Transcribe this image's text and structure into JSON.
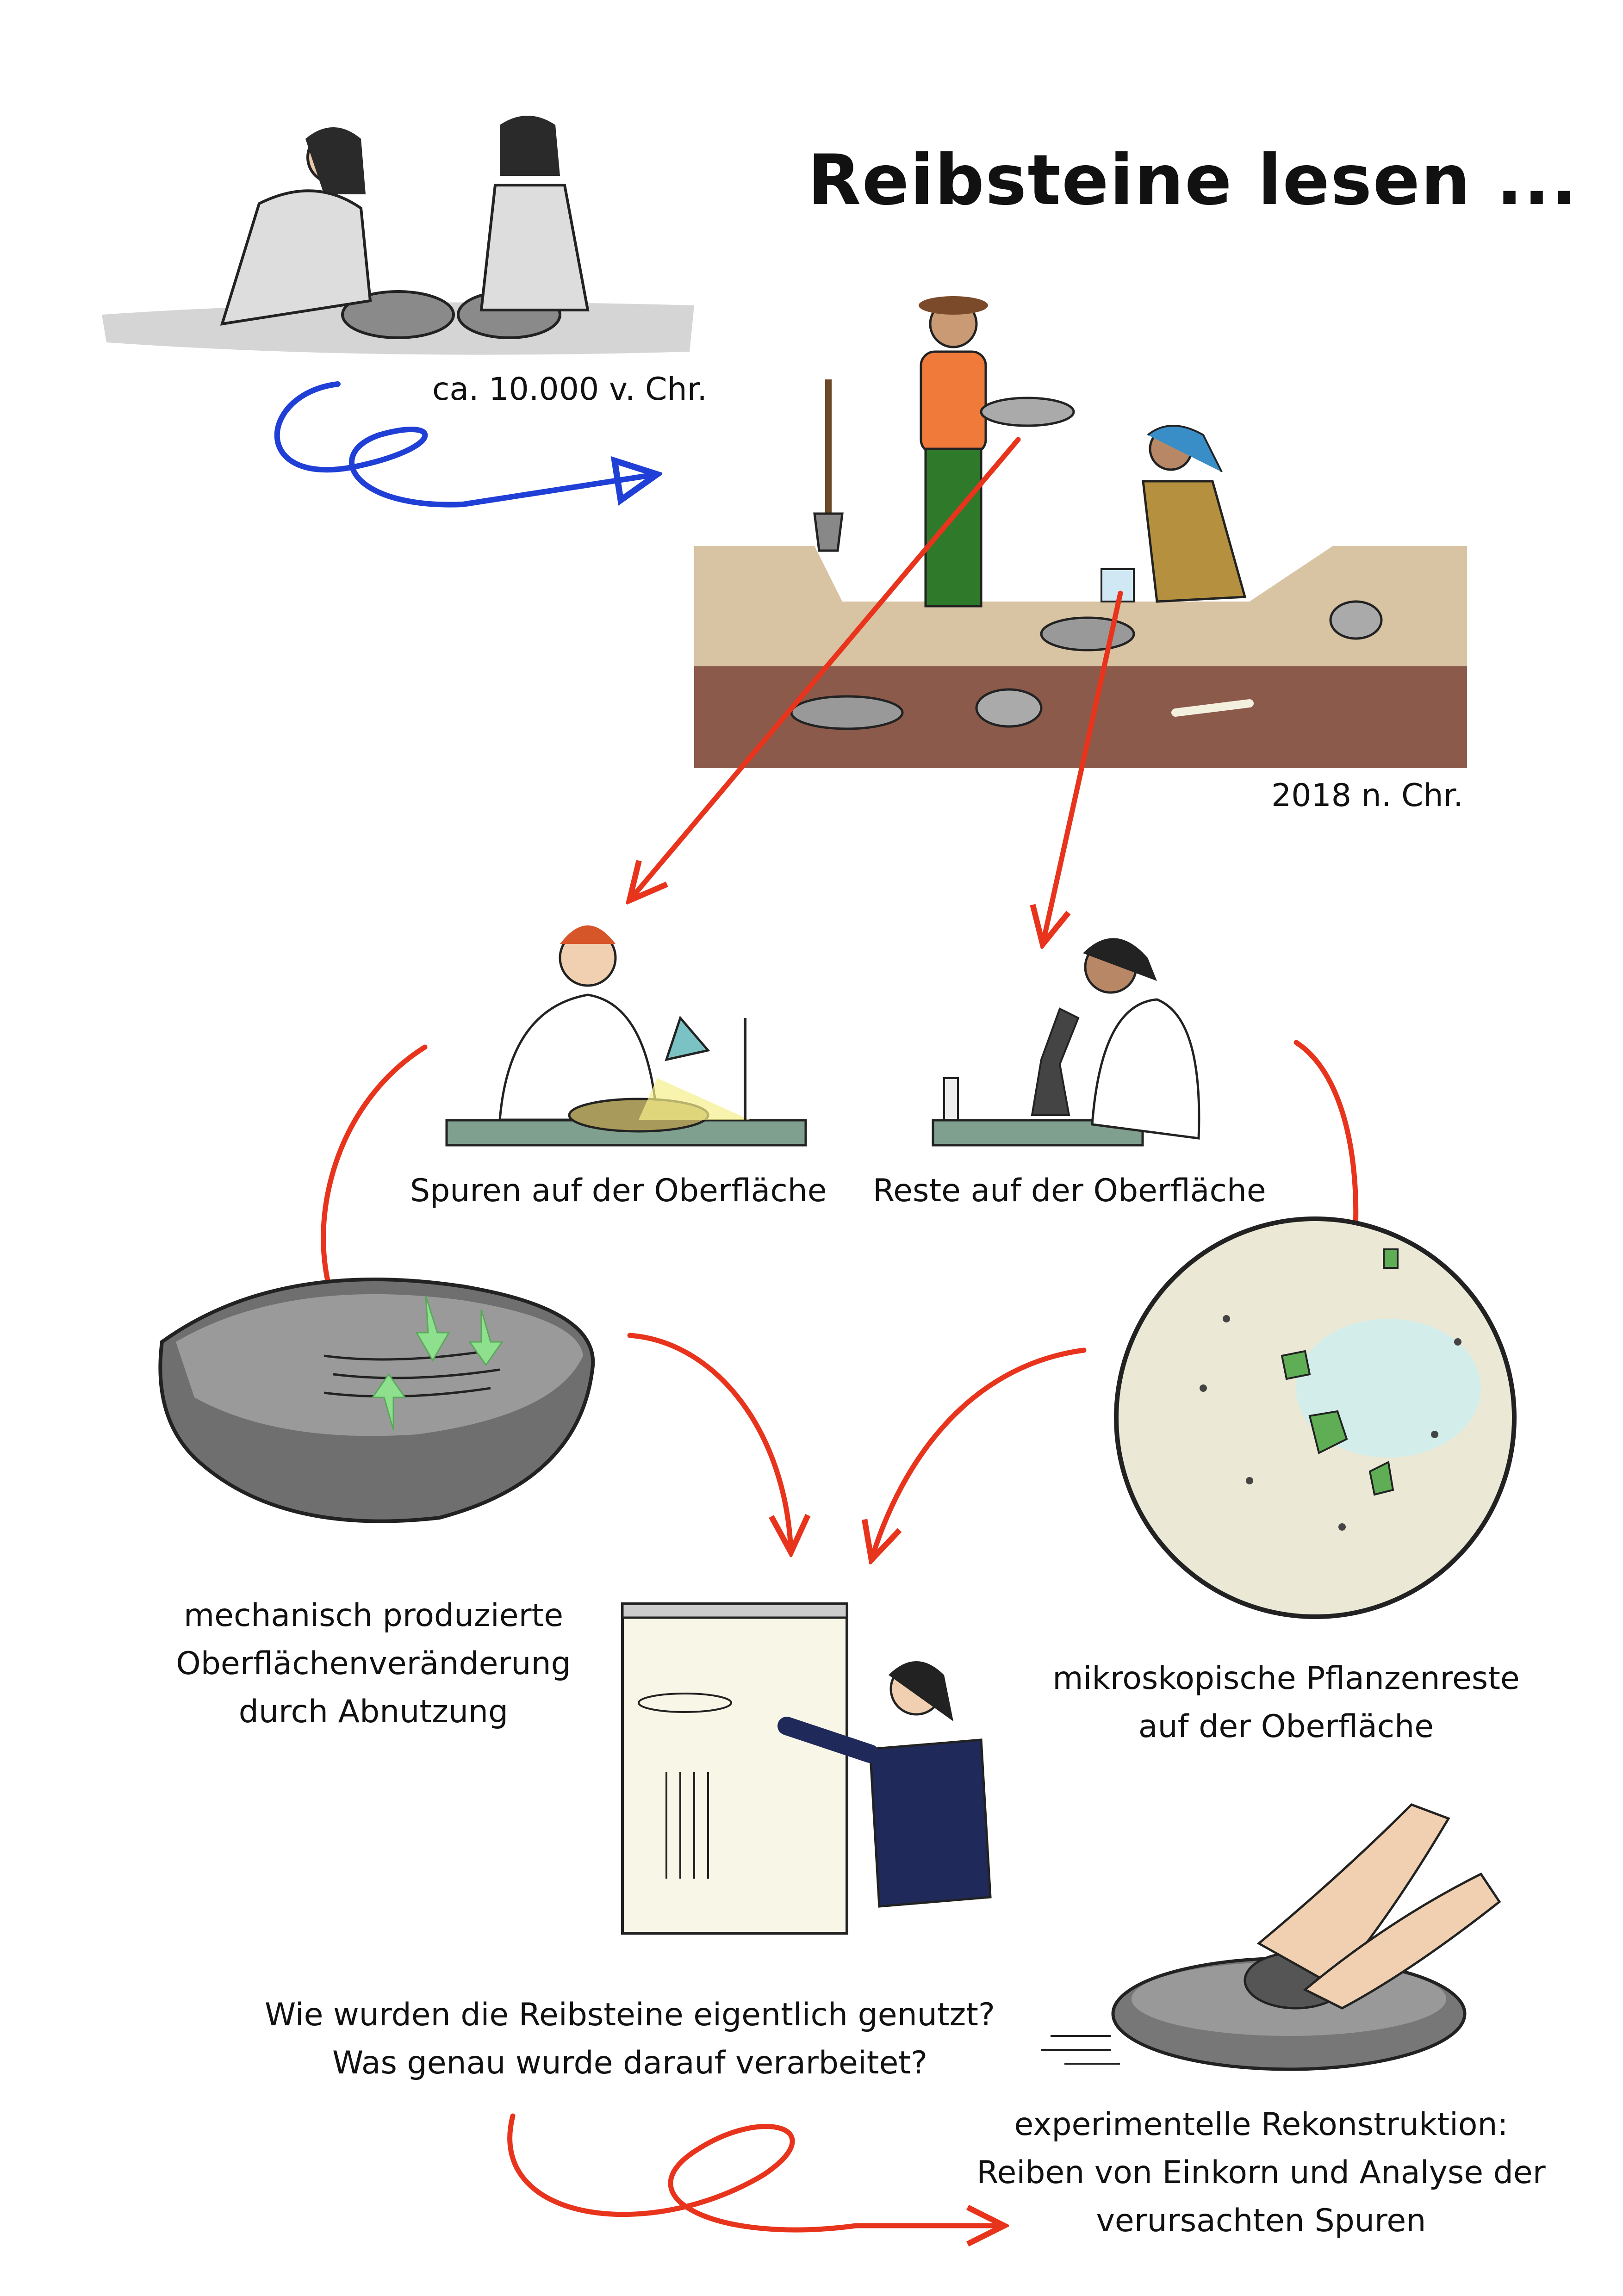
{
  "title": "Reibsteine lesen ...",
  "timeline": {
    "past": "ca. 10.000 v. Chr.",
    "present": "2018 n. Chr."
  },
  "labs": {
    "traces": "Spuren auf der Oberfläche",
    "residues": "Reste auf der Oberfläche"
  },
  "results": {
    "use_wear": [
      "mechanisch produzierte",
      "Oberflächenveränderung",
      "durch Abnutzung"
    ],
    "microscopy": [
      "mikroskopische Pflanzenreste",
      "auf der Oberfläche"
    ]
  },
  "questions": [
    "Wie wurden die Reibsteine eigentlich genutzt?",
    "Was genau wurde darauf verarbeitet?"
  ],
  "experiment": [
    "experimentelle Rekonstruktion:",
    "Reiben von Einkorn und Analyse der",
    "verursachten Spuren"
  ],
  "colors": {
    "blue_arrow": "#1f3fd6",
    "red_arrow": "#e8341c",
    "stone": "#7a7a7a",
    "soil_top": "#d8c3a2",
    "soil_bottom": "#8b5a4b"
  }
}
